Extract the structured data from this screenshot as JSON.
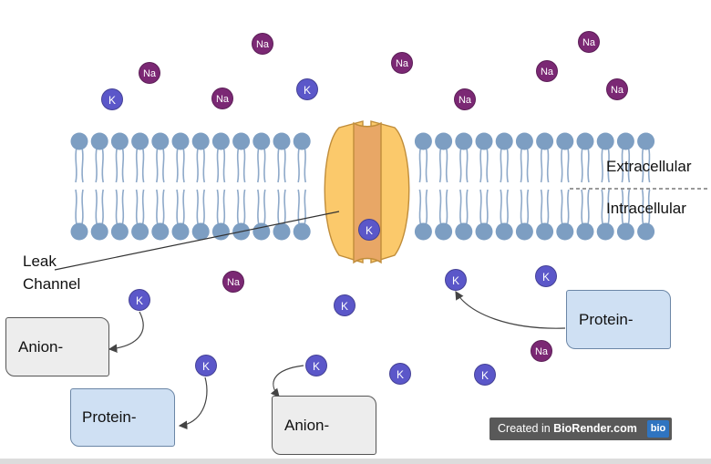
{
  "ion_labels": {
    "sodium": "Na",
    "potassium": "K"
  },
  "labels": {
    "extracellular": "Extracellular",
    "intracellular": "Intracellular",
    "leak_channel_line1": "Leak",
    "leak_channel_line2": "Channel"
  },
  "boxes": {
    "anion_left": "Anion-",
    "protein_left": "Protein-",
    "anion_bottom": "Anion-",
    "protein_right": "Protein-"
  },
  "credit": {
    "prefix": "Created in ",
    "brand": "BioRender.com",
    "logo": "bio"
  },
  "colors": {
    "sodium": "#7b2874",
    "potassium": "#5b57c9",
    "lipid_head": "#7d9ec2",
    "channel_outer": "#fbc96b",
    "channel_inner": "#e8a766",
    "protein_box": "#cfe0f3",
    "anion_box": "#ededed"
  }
}
